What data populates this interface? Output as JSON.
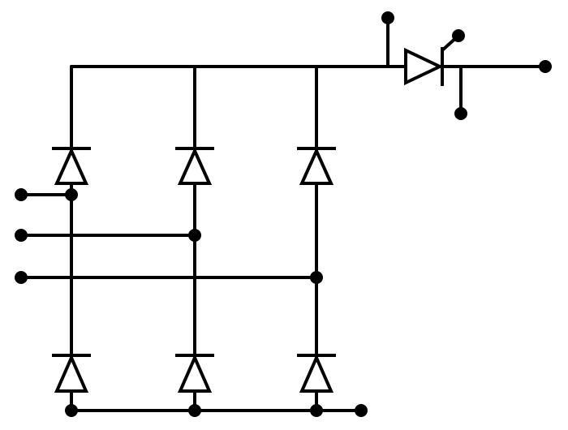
{
  "diagram": {
    "kind": "three-phase bridge rectifier with series thyristor",
    "colors": {
      "stroke": "#000000",
      "background": "#ffffff"
    },
    "components": {
      "upper_diodes": [
        "D1",
        "D3",
        "D5"
      ],
      "lower_diodes": [
        "D4",
        "D6",
        "D2"
      ],
      "switch": "thyristor"
    },
    "terminals": [
      "phase-a",
      "phase-b",
      "phase-c",
      "dc-positive-output",
      "dc-negative-output",
      "gate",
      "auxiliary-top",
      "auxiliary-bottom"
    ]
  }
}
